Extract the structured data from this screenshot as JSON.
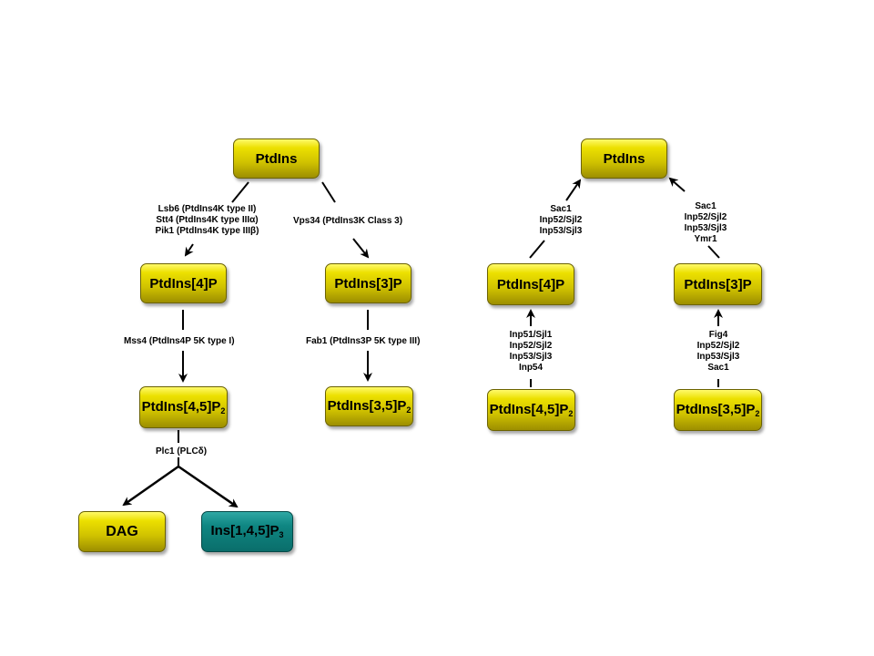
{
  "left": {
    "nodes": {
      "ptdins": "PtdIns",
      "ptdins4p": "PtdIns[4]P",
      "ptdins3p": "PtdIns[3]P",
      "ptdins45p2": "PtdIns[4,5]P",
      "ptdins35p2": "PtdIns[3,5]P",
      "dag": "DAG",
      "ins145p3": "Ins[1,4,5]P"
    },
    "subscripts": {
      "ptdins45p2": "2",
      "ptdins35p2": "2",
      "ins145p3": "3"
    },
    "labels": {
      "pi4k": [
        "Lsb6 (PtdIns4K type II)",
        "Stt4 (PtdIns4K type IIIα)",
        "Pik1 (PtdIns4K type IIIβ)"
      ],
      "pi3k": "Vps34 (PtdIns3K Class 3)",
      "mss4": "Mss4 (PtdIns4P 5K type I)",
      "fab1": "Fab1 (PtdIns3P 5K type III)",
      "plc1": "Plc1 (PLCδ)"
    }
  },
  "right": {
    "nodes": {
      "ptdins": "PtdIns",
      "ptdins4p": "PtdIns[4]P",
      "ptdins3p": "PtdIns[3]P",
      "ptdins45p2": "PtdIns[4,5]P",
      "ptdins35p2": "PtdIns[3,5]P"
    },
    "subscripts": {
      "ptdins45p2": "2",
      "ptdins35p2": "2"
    },
    "labels": {
      "left_up": [
        "Sac1",
        "Inp52/Sjl2",
        "Inp53/Sjl3"
      ],
      "right_up": [
        "Sac1",
        "Inp52/Sjl2",
        "Inp53/Sjl3",
        "Ymr1"
      ],
      "p45_to_p4": [
        "Inp51/Sjl1",
        "Inp52/Sjl2",
        "Inp53/Sjl3",
        "Inp54"
      ],
      "p35_to_p3": [
        "Fig4",
        "Inp52/Sjl2",
        "Inp53/Sjl3",
        "Sac1"
      ]
    }
  },
  "colors": {
    "node_yellow": "#d9cc00",
    "node_teal": "#0f7e7b"
  }
}
